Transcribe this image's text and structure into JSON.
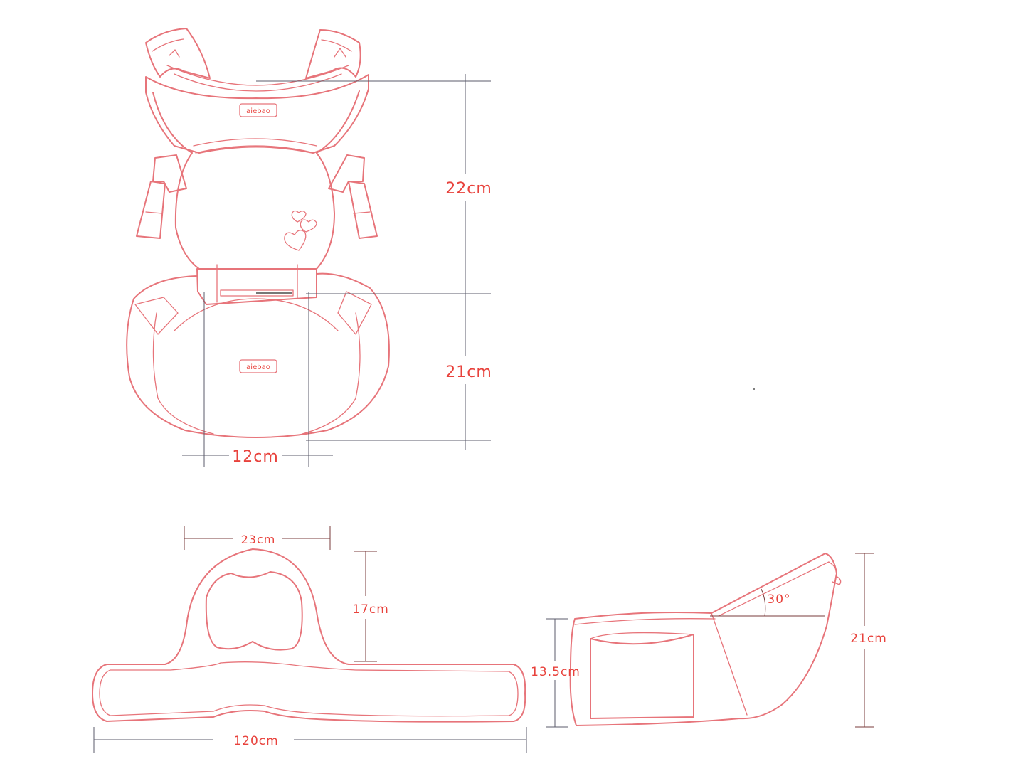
{
  "brand": {
    "logo_text_top": "aiebao",
    "logo_text_bottom": "aiebao"
  },
  "front_view": {
    "upper_height": "22cm",
    "lower_height": "21cm",
    "seat_width": "12cm"
  },
  "belt_view": {
    "top_width": "23cm",
    "height": "17cm",
    "belt_length": "120cm"
  },
  "side_view": {
    "front_height": "13.5cm",
    "angle": "30°",
    "back_height": "21cm"
  },
  "colors": {
    "outline": "#e7747a",
    "dimension_text": "#e8423c",
    "dimension_line": "#5b5b6b"
  }
}
